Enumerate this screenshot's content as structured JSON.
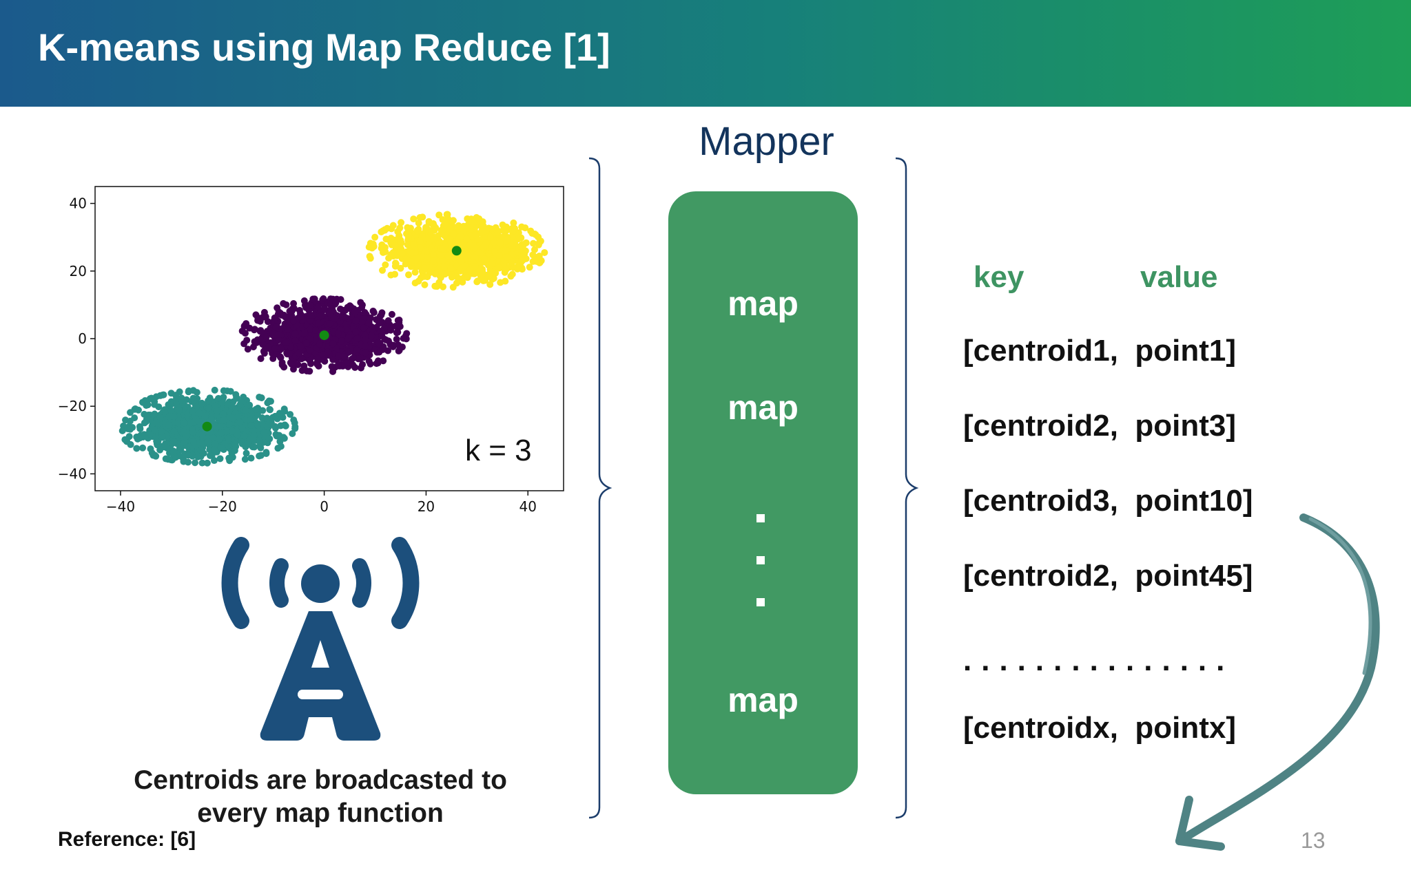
{
  "title": "K-means using Map Reduce [1]",
  "colors": {
    "header_start": "#1b5a8c",
    "header_end": "#1e9e57",
    "mapper_green": "#419963",
    "kv_header_green": "#3e9462",
    "mapper_title": "#13345c",
    "tower_blue": "#1c4f7c",
    "arrow_teal": "#4f8384",
    "centroid": "#138a13"
  },
  "plot": {
    "k_label": "k = 3",
    "chart_data": {
      "type": "scatter",
      "title": "",
      "xlabel": "",
      "ylabel": "",
      "xlim": [
        -45,
        47
      ],
      "ylim": [
        -45,
        45
      ],
      "xticks": [
        "−40",
        "−20",
        "0",
        "20",
        "40"
      ],
      "yticks": [
        "40",
        "20",
        "0",
        "−20",
        "−40"
      ],
      "clusters": [
        {
          "color": "#2a9189",
          "center": [
            -23,
            -26
          ],
          "spread": [
            16,
            10
          ]
        },
        {
          "color": "#440154",
          "center": [
            0,
            1
          ],
          "spread": [
            15,
            10
          ]
        },
        {
          "color": "#fde725",
          "center": [
            26,
            26
          ],
          "spread": [
            16,
            10
          ]
        }
      ],
      "centroids": [
        [
          -23,
          -26
        ],
        [
          0,
          1
        ],
        [
          26,
          26
        ]
      ]
    }
  },
  "broadcast": {
    "icon": "broadcast-tower-icon",
    "caption_line1": "Centroids are broadcasted to",
    "caption_line2": "every map function"
  },
  "reference": "Reference: [6]",
  "mapper": {
    "title": "Mapper",
    "map_labels": [
      "map",
      "map",
      "map"
    ]
  },
  "kv": {
    "key_header": "key",
    "value_header": "value",
    "rows": [
      "[centroid1,  point1]",
      "[centroid2,  point3]",
      "[centroid3,  point10]",
      "[centroid2,  point45]"
    ],
    "ellipsis": "...............",
    "last_row": "[centroidx,  pointx]"
  },
  "page_number": "13"
}
